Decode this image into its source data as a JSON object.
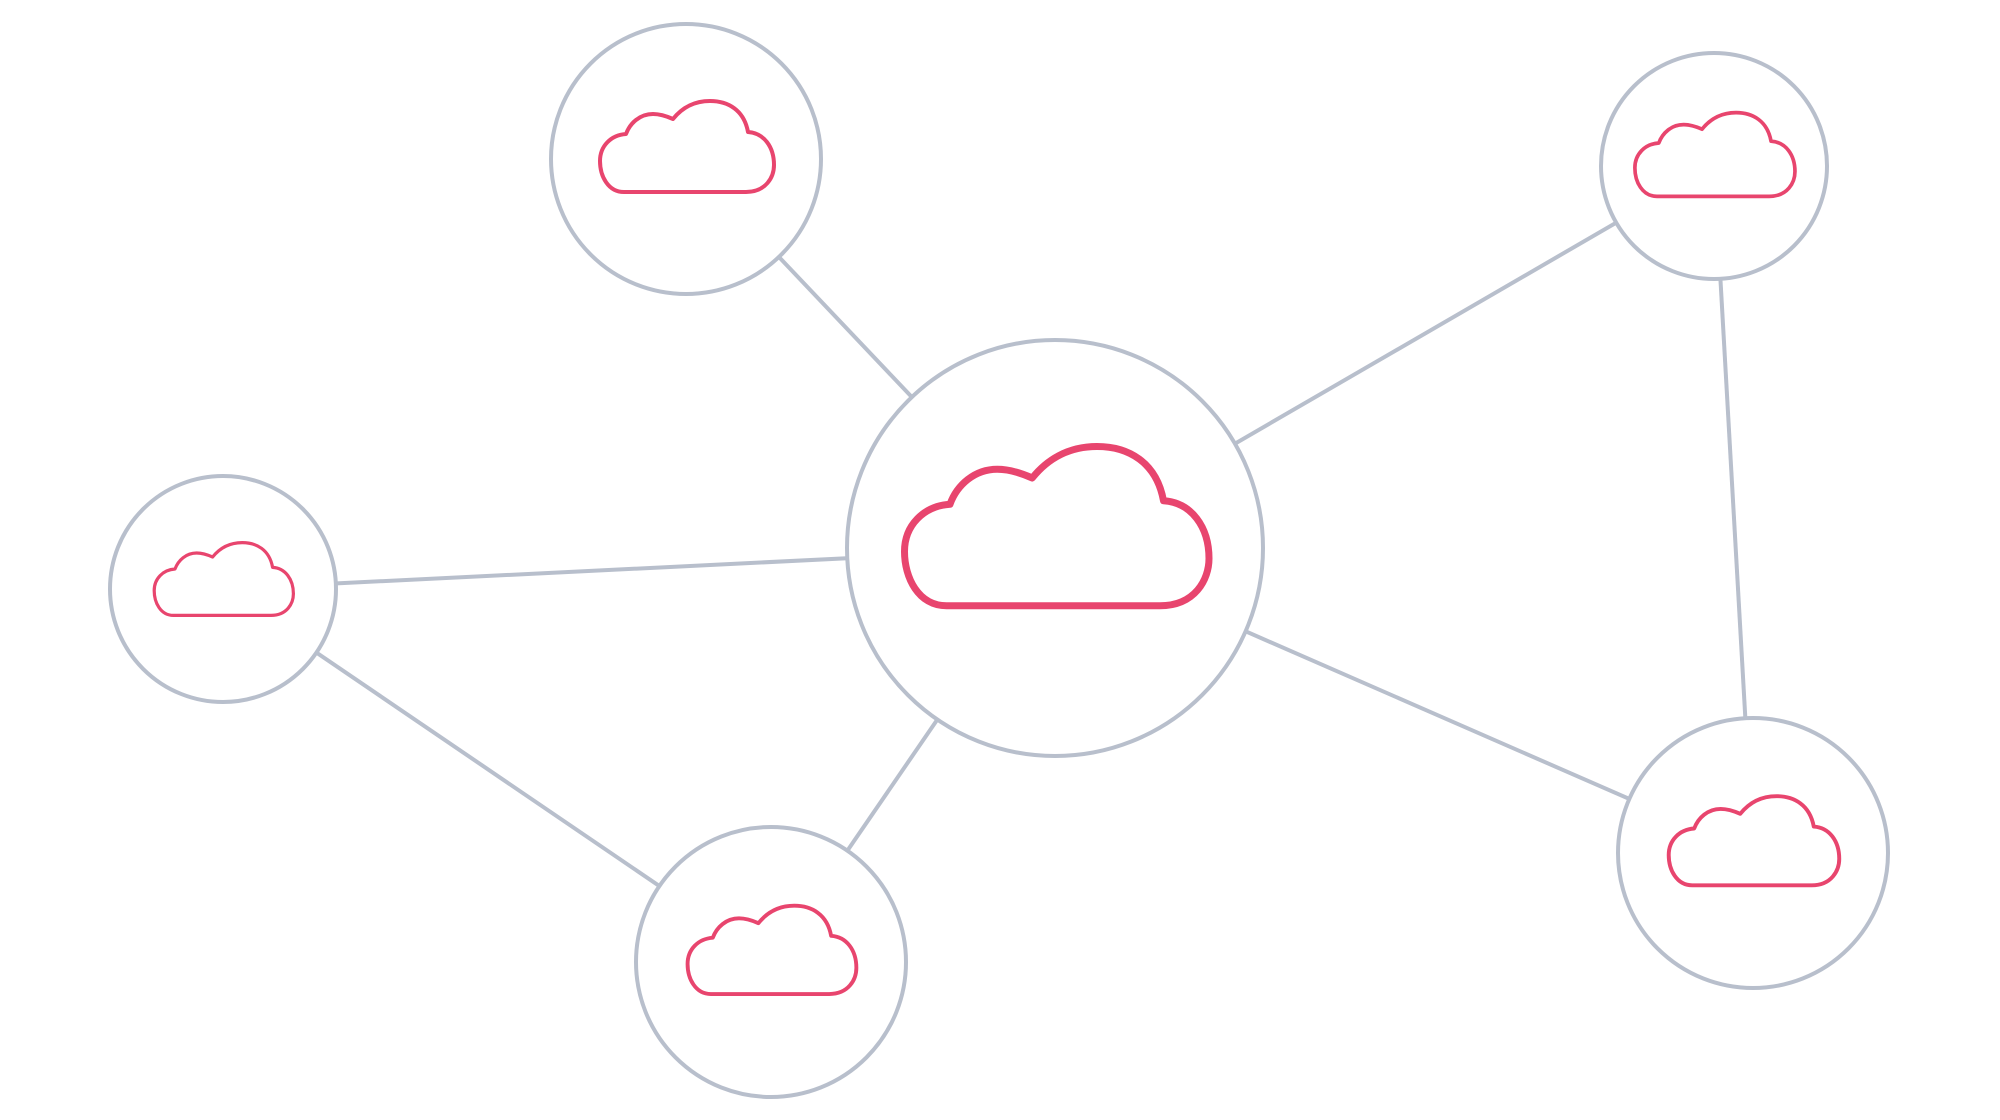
{
  "colors": {
    "background": "#ffffff",
    "line": "#b8bfcc",
    "node_border": "#b8bfcc",
    "cloud_icon": "#e8456e"
  },
  "diagram": {
    "type": "network",
    "nodes": [
      {
        "id": "center",
        "role": "hub",
        "icon": "cloud-icon"
      },
      {
        "id": "top",
        "role": "peer",
        "icon": "cloud-icon"
      },
      {
        "id": "top-right",
        "role": "peer",
        "icon": "cloud-icon"
      },
      {
        "id": "left",
        "role": "peer",
        "icon": "cloud-icon"
      },
      {
        "id": "bottom",
        "role": "peer",
        "icon": "cloud-icon"
      },
      {
        "id": "bottom-right",
        "role": "peer",
        "icon": "cloud-icon"
      }
    ],
    "edges": [
      {
        "from": "center",
        "to": "top"
      },
      {
        "from": "center",
        "to": "top-right"
      },
      {
        "from": "center",
        "to": "left"
      },
      {
        "from": "center",
        "to": "bottom"
      },
      {
        "from": "center",
        "to": "bottom-right"
      },
      {
        "from": "top-right",
        "to": "bottom-right"
      },
      {
        "from": "left",
        "to": "bottom"
      }
    ]
  }
}
